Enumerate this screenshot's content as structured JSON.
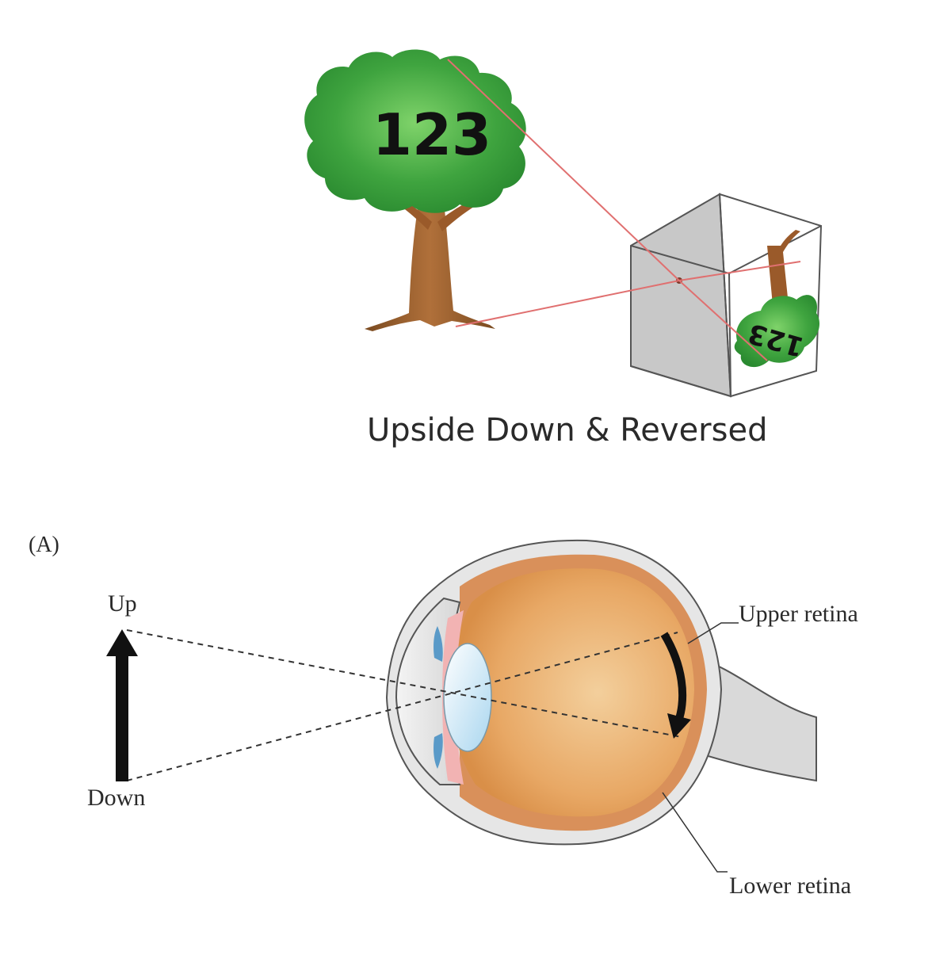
{
  "top_panel": {
    "tree_number": "123",
    "image_number": "123",
    "caption": "Upside Down & Reversed"
  },
  "bottom_panel": {
    "panel_letter": "(A)",
    "arrow_top_label": "Up",
    "arrow_bottom_label": "Down",
    "upper_retina_label": "Upper retina",
    "lower_retina_label": "Lower retina"
  },
  "colors": {
    "foliage": "#3a9a3a",
    "trunk": "#9a5a2a",
    "ray": "#e07070",
    "box_back": "#c8c8c8",
    "eye_orange": "#e8a865",
    "arrow": "#111111"
  }
}
